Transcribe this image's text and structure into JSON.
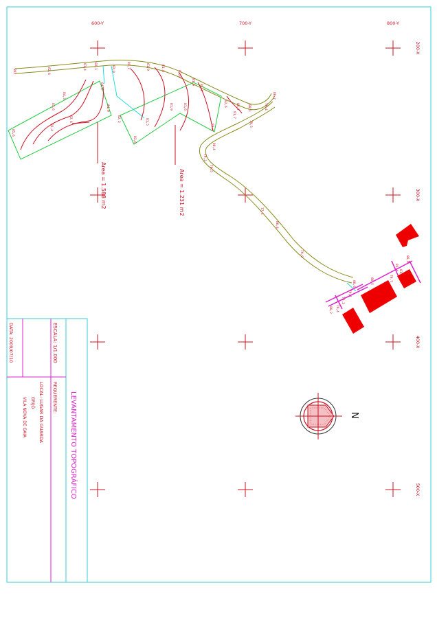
{
  "title_block": {
    "title": "LEVANTAMENTO TOPOGRÁFICO",
    "requerente_label": "REQUERENTE:",
    "local": "LOCAL: LUGAR DA GUARDA",
    "parish": "GRIJÓ",
    "municipality": "VILA NOVA DE GAIA",
    "scale": "ESCALA: 1/1.000",
    "date": "DATA: 2009/07/10"
  },
  "grid": {
    "y_labels": [
      "600-Y",
      "700-Y",
      "800-Y"
    ],
    "x_labels": [
      "200-X",
      "300-X",
      "400-X",
      "500-X"
    ]
  },
  "areas": [
    {
      "label": "Area = 1.588 m2"
    },
    {
      "label": "Area = 1.231 m2"
    }
  ],
  "north": {
    "label": "N"
  },
  "elevation_labels": {
    "left_end": "861",
    "road_top": [
      "82,6",
      "81,4",
      "82,1",
      "82,0",
      "81,7",
      "81,9",
      "81,8",
      "82,0",
      "81,9",
      "82,4",
      "80,7",
      "80,1",
      "79,4",
      "80,2"
    ],
    "parcel_a": [
      "84,5",
      "84,3",
      "83,6",
      "82,6",
      "85,6",
      "84,0",
      "82,4"
    ],
    "parcel_b": [
      "82,2",
      "83,6",
      "81,5",
      "81,0",
      "81,9",
      "83,4",
      "82,6"
    ],
    "road_lower": [
      "81,7",
      "79,5",
      "80,4",
      "79,2",
      "78,5",
      "77,1",
      "80,4",
      "79,9",
      "79,1",
      "80,6",
      "79,3",
      "79,4",
      "80,2",
      "80,5",
      "79,7",
      "81,4",
      "80,8",
      "81,3"
    ]
  },
  "colors": {
    "frame": "#33ccdd",
    "road": "#8a8a1a",
    "parcel": "#22cc44",
    "contour": "#cc1122",
    "building": "#ee0000",
    "magenta": "#dd22cc",
    "cyan_line": "#22dddd",
    "grid_cross": "#cc1122"
  }
}
